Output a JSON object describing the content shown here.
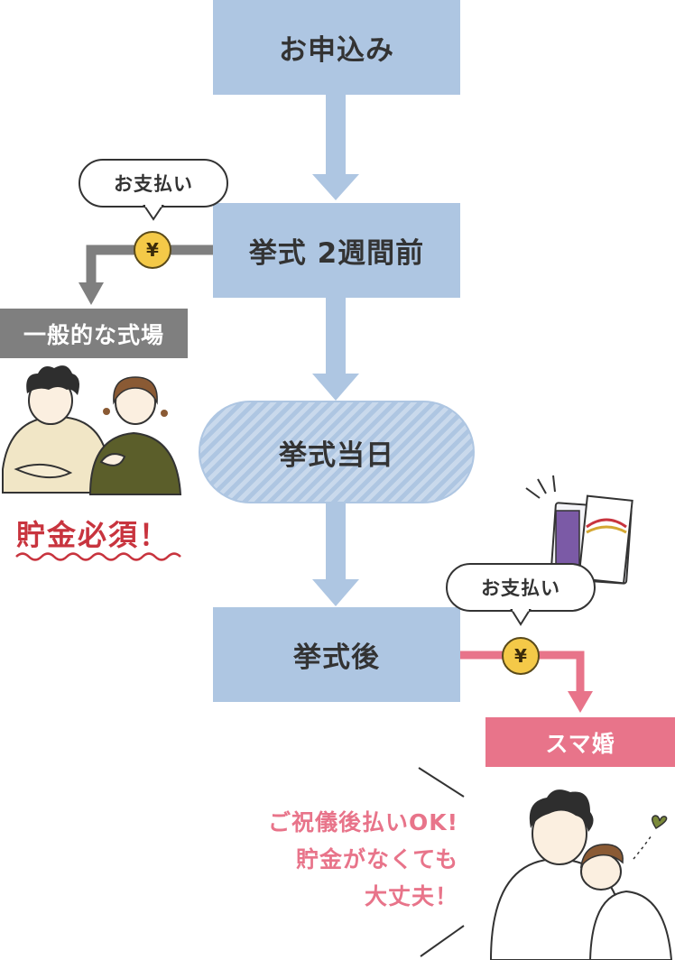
{
  "flow": {
    "step1": "お申込み",
    "step2": "挙式 2週間前",
    "step3": "挙式当日",
    "step4": "挙式後"
  },
  "branch_general": {
    "bubble": "お支払い",
    "coin": "¥",
    "label": "一般的な式場",
    "note": "貯金必須！"
  },
  "branch_sumakon": {
    "bubble": "お支払い",
    "coin": "¥",
    "label": "スマ婚",
    "promo_lines": [
      "ご祝儀後払いOK!",
      "貯金がなくても",
      "大丈夫！"
    ]
  },
  "colors": {
    "flow_box": "#aec6e2",
    "general": "#7f7f7f",
    "sumakon": "#e8748a",
    "warn": "#c8343e",
    "coin": "#f4c948"
  }
}
